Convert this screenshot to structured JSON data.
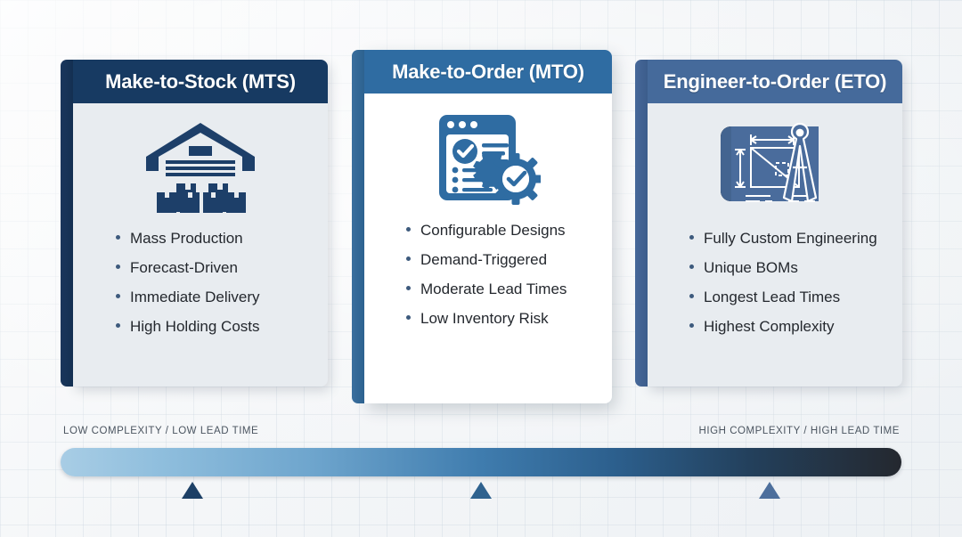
{
  "colors": {
    "background": "#f4f6f8",
    "mts_header": "#173a62",
    "mts_accent": "#1a365c",
    "mts_body": "#e8ecf0",
    "mto_header": "#2f6ca2",
    "mto_accent": "#3a6e9e",
    "mto_body": "#ffffff",
    "eto_header": "#456a9b",
    "eto_accent": "#47689a",
    "eto_body": "#e8ecf0",
    "bullet_dot": "#3d5a7d",
    "bullet_text": "#24282e",
    "scale_label": "#4b5560",
    "scale_start": "#a8cde5",
    "scale_mid": "#3f7cae",
    "scale_end": "#24282f",
    "marker_1": "#1d4066",
    "marker_2": "#2f628f",
    "marker_3": "#4d6f9c"
  },
  "cards": [
    {
      "id": "mts",
      "title": "Make-to-Stock (MTS)",
      "icon": "warehouse-icon",
      "bullets": [
        "Mass Production",
        "Forecast-Driven",
        "Immediate Delivery",
        "High Holding Costs"
      ]
    },
    {
      "id": "mto",
      "title": "Make-to-Order (MTO)",
      "icon": "order-form-gear-icon",
      "bullets": [
        "Configurable Designs",
        "Demand-Triggered",
        "Moderate Lead Times",
        "Low Inventory Risk"
      ]
    },
    {
      "id": "eto",
      "title": "Engineer-to-Order (ETO)",
      "icon": "blueprint-compass-icon",
      "bullets": [
        "Fully Custom Engineering",
        "Unique BOMs",
        "Longest Lead Times",
        "Highest Complexity"
      ]
    }
  ],
  "spectrum": {
    "left_label": "LOW COMPLEXITY / LOW LEAD TIME",
    "right_label": "HIGH COMPLEXITY / HIGH LEAD TIME",
    "markers": [
      {
        "label": "mts-marker",
        "position_pct": 15.7
      },
      {
        "label": "mto-marker",
        "position_pct": 50.0
      },
      {
        "label": "eto-marker",
        "position_pct": 84.3
      }
    ]
  }
}
